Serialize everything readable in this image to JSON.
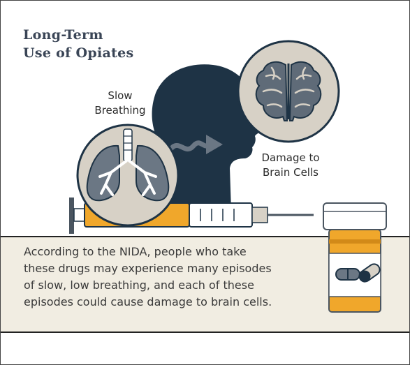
{
  "infographic": {
    "title_lines": [
      "Long-Term",
      "Use of Opiates"
    ],
    "labels": {
      "slow_breathing": [
        "Slow",
        "Breathing"
      ],
      "brain_damage": [
        "Damage to",
        "Brain Cells"
      ]
    },
    "description_lines": [
      "According to the NIDA, people who take",
      "these drugs may experience many episodes",
      "of slow, low breathing, and each of these",
      "episodes could cause damage to brain cells."
    ]
  },
  "icons": [
    "head-silhouette-icon",
    "brain-icon",
    "lungs-icon",
    "arrow-icon",
    "syringe-icon",
    "pill-bottle-icon",
    "capsule-icon"
  ],
  "colors": {
    "navy": "#1e3345",
    "circle_fill": "#d7d1c6",
    "orange": "#f0a72b",
    "band": "#f1ede2",
    "title": "#3a4556"
  }
}
